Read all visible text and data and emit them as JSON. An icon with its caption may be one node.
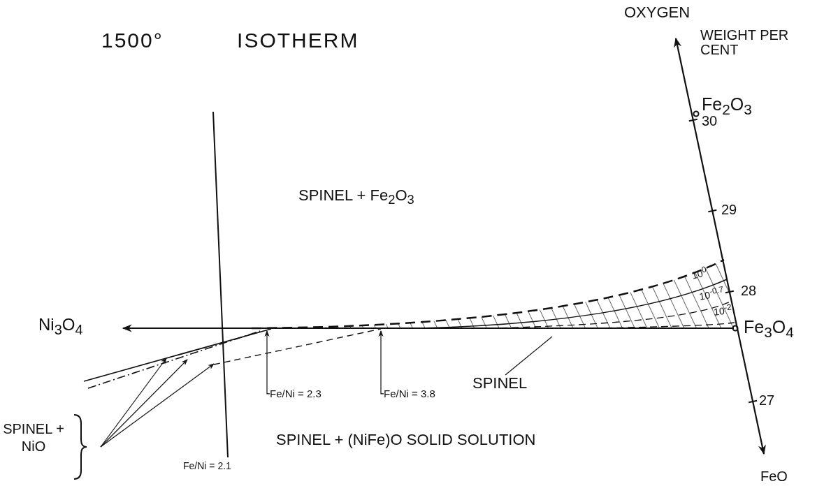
{
  "diagram": {
    "title": "1500° ISOTHERM",
    "nodes": [
      {
        "text": [
          "SPINEL + NiO"
        ]
      },
      {
        "text": [
          "Fe/Ni = 2.3"
        ]
      },
      {
        "text": [
          "Fe/Ni = 3.8"
        ]
      },
      {
        "text": [
          "SPINEL"
        ]
      }
    ],
    "edges": [
      {
        "from": 0,
        "to": null,
        "arrow": "to"
      },
      {
        "from": 0,
        "to": null,
        "arrow": "to"
      },
      {
        "from": 0,
        "to": null,
        "arrow": "to"
      },
      {
        "from": 1,
        "to": null,
        "arrow": "to"
      },
      {
        "from": 2,
        "to": null,
        "arrow": "to"
      },
      {
        "from": 3,
        "to": null,
        "arrow": "none"
      }
    ],
    "labels": [
      "OXYGEN",
      "WEIGHT PER CENT",
      "Fe$_{2}$O$_{3}$",
      "30",
      "29",
      "SPINEL + Fe$_{2}$O$_{3}$",
      "28",
      "10$^{0}$",
      "10$^{-0.7}$",
      "10$^{-2}$",
      "Ni$_{3}$O$_{4}$",
      "Fe$_{3}$O$_{4}$",
      "27",
      "SPINEL + (NiFe)O SOLID SOLUTION",
      "Fe/Ni = 2.1",
      "FeO"
    ]
  }
}
